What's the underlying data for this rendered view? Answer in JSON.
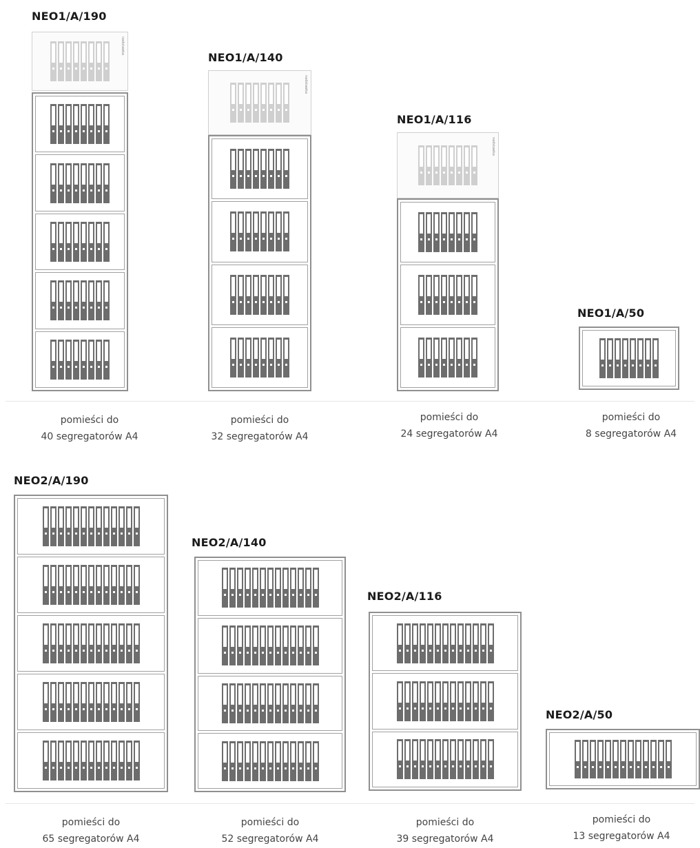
{
  "top_row": [
    {
      "model": "NEO1/A/190",
      "caption_line1": "pomieści do",
      "caption_line2": "40 segregatorów A4",
      "binders": 8,
      "shelves": 5,
      "top_shelf": true
    },
    {
      "model": "NEO1/A/140",
      "caption_line1": "pomieści do",
      "caption_line2": "32 segregatorów A4",
      "binders": 8,
      "shelves": 4,
      "top_shelf": true
    },
    {
      "model": "NEO1/A/116",
      "caption_line1": "pomieści do",
      "caption_line2": "24 segregatorów A4",
      "binders": 8,
      "shelves": 3,
      "top_shelf": true
    },
    {
      "model": "NEO1/A/50",
      "caption_line1": "pomieści do",
      "caption_line2": "8 segregatorów A4",
      "binders": 8,
      "shelves": 1,
      "top_shelf": false
    }
  ],
  "bottom_row": [
    {
      "model": "NEO2/A/190",
      "caption_line1": "pomieści do",
      "caption_line2": "65 segregatorów A4",
      "binders": 13,
      "shelves": 5
    },
    {
      "model": "NEO2/A/140",
      "caption_line1": "pomieści do",
      "caption_line2": "52 segregatorów A4",
      "binders": 13,
      "shelves": 4
    },
    {
      "model": "NEO2/A/116",
      "caption_line1": "pomieści do",
      "caption_line2": "39 segregatorów A4",
      "binders": 13,
      "shelves": 3
    },
    {
      "model": "NEO2/A/50",
      "caption_line1": "pomieści do",
      "caption_line2": "13 segregatorów A4",
      "binders": 13,
      "shelves": 1
    }
  ],
  "colors": {
    "binder": "#6d6d6d",
    "binder_light": "#cfcfcf",
    "frame": "#8f8f8f"
  }
}
